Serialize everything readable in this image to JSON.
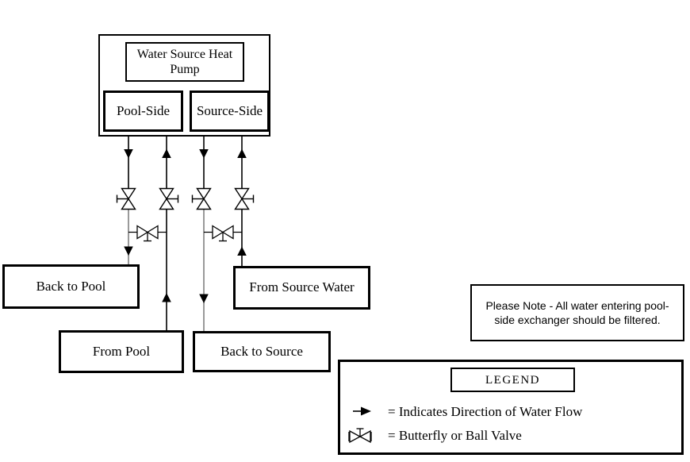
{
  "heat_pump": {
    "title": "Water Source Heat Pump",
    "pool_side_label": "Pool-Side",
    "source_side_label": "Source-Side"
  },
  "flow_boxes": {
    "back_to_pool": "Back to Pool",
    "from_pool": "From Pool",
    "back_to_source": "Back to Source",
    "from_source_water": "From Source Water"
  },
  "note": {
    "text": "Please Note - All water entering pool-side exchanger should be filtered."
  },
  "legend": {
    "title": "LEGEND",
    "items": [
      {
        "symbol": "flow-arrow-icon",
        "label": "= Indicates Direction of Water Flow"
      },
      {
        "symbol": "butterfly-valve-icon",
        "label": "= Butterfly or Ball Valve"
      }
    ]
  },
  "colors": {
    "line": "#000000",
    "pipe_gray": "#8f8f8f",
    "background": "#ffffff"
  }
}
